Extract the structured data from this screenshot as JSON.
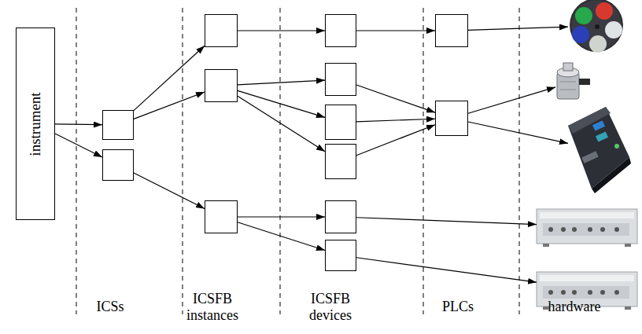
{
  "diagram": {
    "nodes": [
      {
        "text": [
          "instrument"
        ]
      },
      {
        "text": []
      },
      {
        "text": []
      },
      {
        "text": []
      },
      {
        "text": []
      },
      {
        "text": []
      },
      {
        "text": []
      },
      {
        "text": []
      },
      {
        "text": []
      },
      {
        "text": []
      },
      {
        "text": []
      },
      {
        "text": []
      },
      {
        "text": []
      },
      {
        "text": []
      },
      {
        "text": []
      },
      {
        "text": []
      },
      {
        "text": []
      },
      {
        "text": []
      },
      {
        "text": []
      }
    ],
    "edges": [
      {
        "from": 0,
        "to": 1,
        "arrow": "to"
      },
      {
        "from": 0,
        "to": 2,
        "arrow": "to"
      },
      {
        "from": 1,
        "to": 3,
        "arrow": "to"
      },
      {
        "from": 1,
        "to": 4,
        "arrow": "to"
      },
      {
        "from": 2,
        "to": 5,
        "arrow": "to"
      },
      {
        "from": 3,
        "to": 6,
        "arrow": "to"
      },
      {
        "from": 4,
        "to": 7,
        "arrow": "to"
      },
      {
        "from": 4,
        "to": 8,
        "arrow": "to"
      },
      {
        "from": 4,
        "to": 9,
        "arrow": "to"
      },
      {
        "from": 5,
        "to": 10,
        "arrow": "to"
      },
      {
        "from": 5,
        "to": 11,
        "arrow": "to"
      },
      {
        "from": 6,
        "to": 12,
        "arrow": "to"
      },
      {
        "from": 7,
        "to": 13,
        "arrow": "to"
      },
      {
        "from": 8,
        "to": 13,
        "arrow": "to"
      },
      {
        "from": 9,
        "to": 13,
        "arrow": "to"
      },
      {
        "from": 12,
        "to": 14,
        "arrow": "to"
      },
      {
        "from": 13,
        "to": 15,
        "arrow": "to"
      },
      {
        "from": 13,
        "to": 16,
        "arrow": "to"
      },
      {
        "from": 10,
        "to": 17,
        "arrow": "to"
      },
      {
        "from": 11,
        "to": 18,
        "arrow": "to"
      }
    ],
    "labels": [
      "ICSs",
      "ICSFB instances",
      "ICSFB devices",
      "PLCs",
      "hardware"
    ]
  }
}
